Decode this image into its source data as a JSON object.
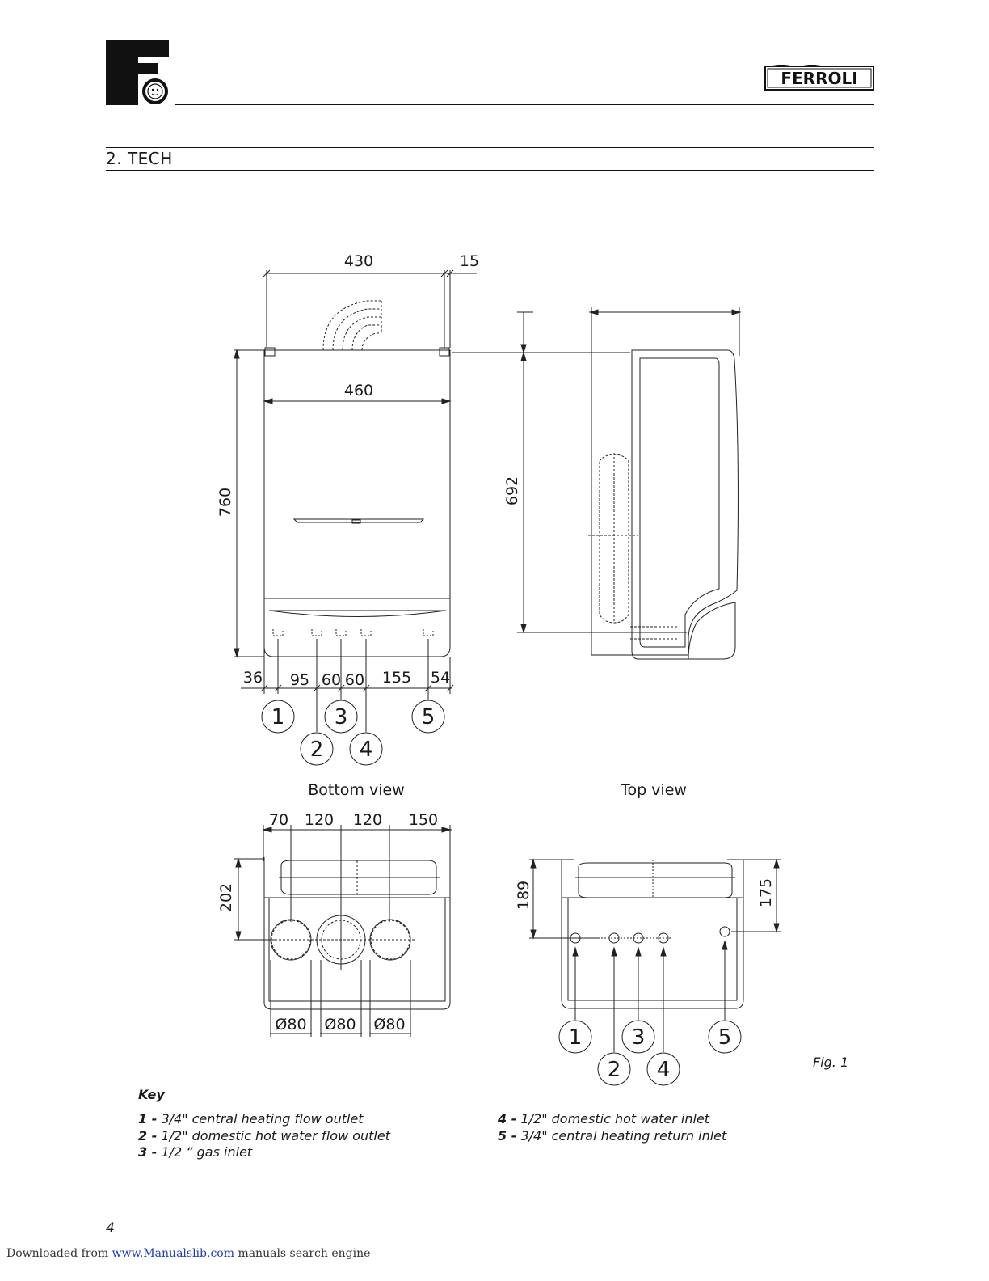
{
  "header": {
    "brand": "FERROLI",
    "section_title": "2. TECH"
  },
  "drawing": {
    "front": {
      "dims_top": [
        "430",
        "15"
      ],
      "width": "460",
      "height": "760",
      "side_height": "692",
      "bottom_dims": [
        "36",
        "95",
        "60",
        "60",
        "155",
        "54"
      ],
      "callouts": [
        "1",
        "2",
        "3",
        "4",
        "5"
      ]
    },
    "bottom_view": {
      "label": "Bottom view",
      "dims_top": [
        "70",
        "120",
        "120",
        "150"
      ],
      "depth": "202",
      "diameters": [
        "Ø80",
        "Ø80",
        "Ø80"
      ]
    },
    "top_view": {
      "label": "Top view",
      "dims": [
        "189",
        "175"
      ],
      "callouts": [
        "1",
        "2",
        "3",
        "4",
        "5"
      ]
    },
    "fig_label": "Fig. 1"
  },
  "key": {
    "title": "Key",
    "left": [
      {
        "num": "1 -",
        "text": "3/4\" central heating flow outlet"
      },
      {
        "num": "2 -",
        "text": "1/2\" domestic hot water flow outlet"
      },
      {
        "num": "3 -",
        "text": "1/2 “ gas inlet"
      }
    ],
    "right": [
      {
        "num": "4 -",
        "text": "1/2\" domestic hot water inlet"
      },
      {
        "num": "5 -",
        "text": "3/4\" central heating return inlet"
      }
    ]
  },
  "page_number": "4",
  "footer": {
    "prefix": "Downloaded from",
    "link": "www.Manualslib.com",
    "suffix": "manuals search engine"
  }
}
